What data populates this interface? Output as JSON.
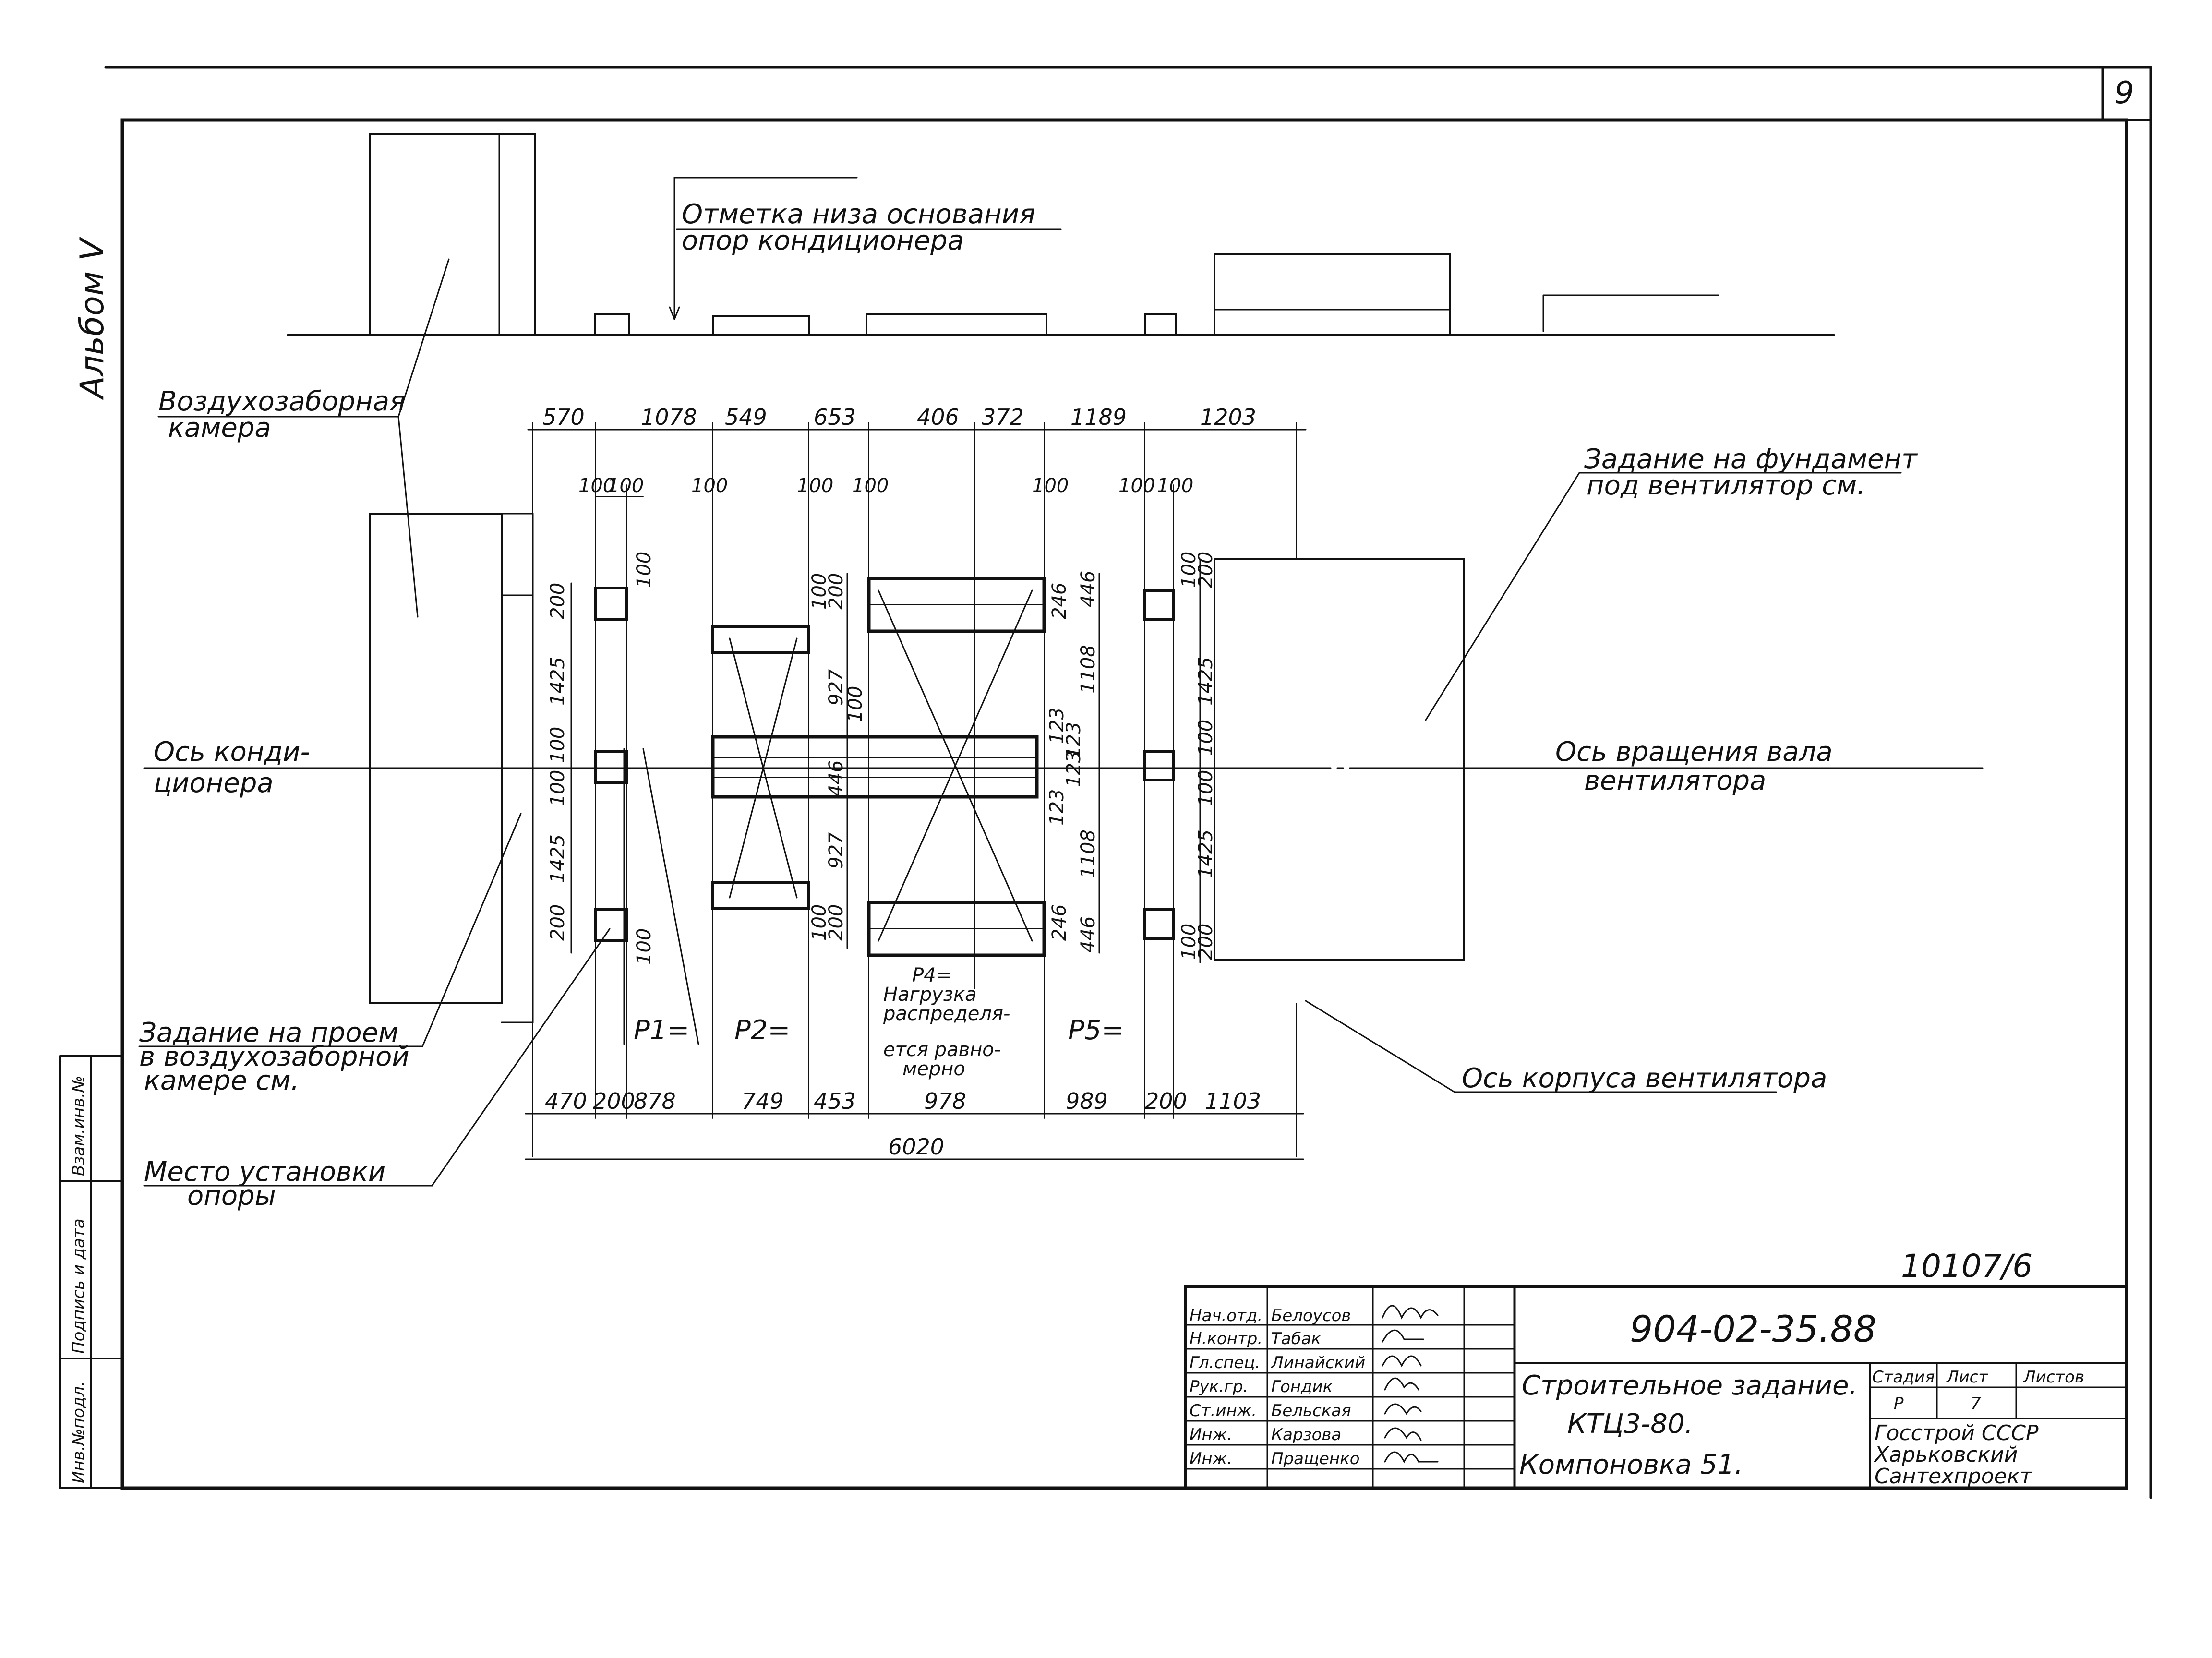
{
  "sheet_number": "9",
  "album": "Альбом V",
  "labels": {
    "base_mark": [
      "Отметка низа основания",
      "опор кондиционера"
    ],
    "intake_chamber": [
      "Воздухозаборная",
      "камера"
    ],
    "foundation_task": [
      "Задание на фундамент",
      "под вентилятор см."
    ],
    "conditioner_axis": [
      "Ось конди-",
      "ционера"
    ],
    "shaft_axis": [
      "Ось вращения вала",
      "вентилятора"
    ],
    "opening_task": [
      "Задание на проем",
      "в воздухозаборной",
      "камере см."
    ],
    "support_place": [
      "Место установки",
      "опоры"
    ],
    "fan_casing_axis": "Ось корпуса вентилятора",
    "p1": "P1=",
    "p2": "P2=",
    "p5": "P5=",
    "p4": [
      "P4=",
      "Нагрузка",
      "распределя-",
      "ется равно-",
      "мерно"
    ]
  },
  "dims": {
    "top": [
      "570",
      "1078",
      "549",
      "653",
      "406",
      "372",
      "1189",
      "1203"
    ],
    "second": [
      "100",
      "100",
      "100",
      "100",
      "100",
      "100",
      "100",
      "100"
    ],
    "bottom": [
      "470",
      "200",
      "878",
      "749",
      "453",
      "978",
      "989",
      "200",
      "1103"
    ],
    "total": "6020",
    "left_col": [
      "200",
      "1425",
      "100",
      "100",
      "1425",
      "200"
    ],
    "left_small": [
      "100",
      "100"
    ],
    "mid_col_a": [
      "100",
      "200",
      "927",
      "100",
      "446",
      "927",
      "100",
      "200"
    ],
    "mid_col_b": [
      "246",
      "446",
      "1108",
      "123",
      "123",
      "123",
      "123",
      "1108",
      "246",
      "446"
    ],
    "right_col": [
      "100",
      "200",
      "1425",
      "100",
      "100",
      "1425",
      "100",
      "200"
    ]
  },
  "stamp": {
    "doc_code": "10107/6",
    "project_code": "904-02-35.88",
    "roles": [
      "Нач.отд.",
      "Н.контр.",
      "Гл.спец.",
      "Рук.гр.",
      "Ст.инж.",
      "Инж.",
      "Инж."
    ],
    "names": [
      "Белоусов",
      "Табак",
      "Линайский",
      "Гондик",
      "Бельская",
      "Карзова",
      "Пращенко"
    ],
    "title": [
      "Строительное задание.",
      "КТЦ3-80.",
      "Компоновка 51."
    ],
    "stage_head": "Стадия",
    "sheet_head": "Лист",
    "sheets_head": "Листов",
    "stage": "Р",
    "sheet": "7",
    "org": [
      "Госстрой СССР",
      "Харьковский",
      "Сантехпроект"
    ]
  },
  "side_stamp": [
    "Инв.№подл.",
    "Подпись и дата",
    "Взам.инв.№"
  ]
}
